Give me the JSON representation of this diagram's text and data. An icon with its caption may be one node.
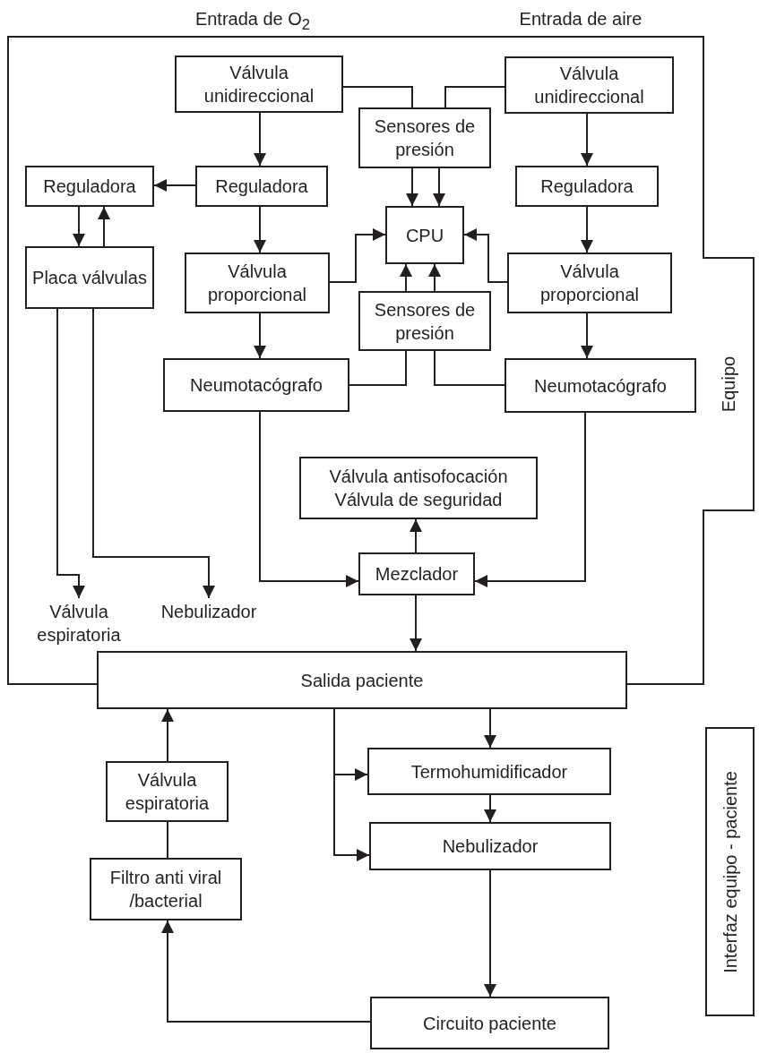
{
  "diagram": {
    "nodes": [
      {
        "text": [
          "Equipo"
        ]
      },
      {
        "text": [
          "Válvula unidireccional"
        ],
        "in": 0
      },
      {
        "text": [
          "Sensores de presión"
        ],
        "in": 0
      },
      {
        "text": [
          "Válvula unidireccional"
        ],
        "in": 0
      },
      {
        "text": [
          "Reguladora"
        ],
        "in": 0
      },
      {
        "text": [
          "Reguladora"
        ],
        "in": 0
      },
      {
        "text": [
          "Reguladora"
        ],
        "in": 0
      },
      {
        "text": [
          "CPU"
        ],
        "in": 0
      },
      {
        "text": [
          "Placa válvulas"
        ],
        "in": 0
      },
      {
        "text": [
          "Válvula proporcional"
        ],
        "in": 0
      },
      {
        "text": [
          "Válvula proporcional"
        ],
        "in": 0
      },
      {
        "text": [
          "Sensores de presión"
        ],
        "in": 0
      },
      {
        "text": [
          "Neumotacógrafo"
        ],
        "in": 0
      },
      {
        "text": [
          "Neumotacógrafo"
        ],
        "in": 0
      },
      {
        "text": [
          "Válvula espiratoria"
        ],
        "in": 0
      },
      {
        "text": [
          "Nebulizador"
        ],
        "in": 0
      },
      {
        "text": [
          "Válvula antisofocación",
          "Válvula de seguridad"
        ],
        "in": 0
      },
      {
        "text": [
          "Mezclador"
        ],
        "in": 0
      },
      {
        "text": [
          "Salida paciente"
        ]
      },
      {
        "text": [
          "Válvula espiratoria"
        ]
      },
      {
        "text": [
          "Filtro anti viral /bacterial"
        ]
      },
      {
        "text": [
          "Termohumidificador"
        ]
      },
      {
        "text": [
          "Nebulizador"
        ]
      },
      {
        "text": [
          "Circuito paciente"
        ]
      },
      {
        "text": [
          "Interfaz equipo - paciente"
        ]
      }
    ],
    "edges": [
      {
        "from": 1,
        "to": 5,
        "arrow": "to"
      },
      {
        "from": 1,
        "to": 2,
        "arrow": "none"
      },
      {
        "from": 3,
        "to": 2,
        "arrow": "none"
      },
      {
        "from": 2,
        "to": 7,
        "arrow": "to"
      },
      {
        "from": 2,
        "to": 7,
        "arrow": "to"
      },
      {
        "from": 5,
        "to": 4,
        "arrow": "to"
      },
      {
        "from": 4,
        "to": 8,
        "arrow": "to"
      },
      {
        "from": 8,
        "to": 4,
        "arrow": "to"
      },
      {
        "from": 5,
        "to": 9,
        "arrow": "to"
      },
      {
        "from": 9,
        "to": 7,
        "arrow": "to"
      },
      {
        "from": 3,
        "to": 6,
        "arrow": "to"
      },
      {
        "from": 6,
        "to": 10,
        "arrow": "to"
      },
      {
        "from": 10,
        "to": 7,
        "arrow": "to"
      },
      {
        "from": 11,
        "to": 7,
        "arrow": "to"
      },
      {
        "from": 11,
        "to": 7,
        "arrow": "to"
      },
      {
        "from": 9,
        "to": 12,
        "arrow": "to"
      },
      {
        "from": 10,
        "to": 13,
        "arrow": "to"
      },
      {
        "from": 12,
        "to": 11,
        "arrow": "none"
      },
      {
        "from": 13,
        "to": 11,
        "arrow": "none"
      },
      {
        "from": 8,
        "to": 14,
        "arrow": "to"
      },
      {
        "from": 8,
        "to": 15,
        "arrow": "to"
      },
      {
        "from": 12,
        "to": 17,
        "arrow": "to"
      },
      {
        "from": 13,
        "to": 17,
        "arrow": "to"
      },
      {
        "from": 17,
        "to": 16,
        "arrow": "to"
      },
      {
        "from": 17,
        "to": 18,
        "arrow": "to"
      },
      {
        "from": 18,
        "to": 21,
        "arrow": "to"
      },
      {
        "from": 18,
        "to": 21,
        "arrow": "to"
      },
      {
        "from": 18,
        "to": 22,
        "arrow": "to"
      },
      {
        "from": 21,
        "to": 22,
        "arrow": "to"
      },
      {
        "from": 22,
        "to": 23,
        "arrow": "to"
      },
      {
        "from": 23,
        "to": 20,
        "arrow": "to"
      },
      {
        "from": 20,
        "to": 19,
        "arrow": "none"
      },
      {
        "from": 19,
        "to": 18,
        "arrow": "to"
      }
    ],
    "labels": [
      "Entrada de O$_{2}$",
      "Entrada de aire"
    ]
  }
}
